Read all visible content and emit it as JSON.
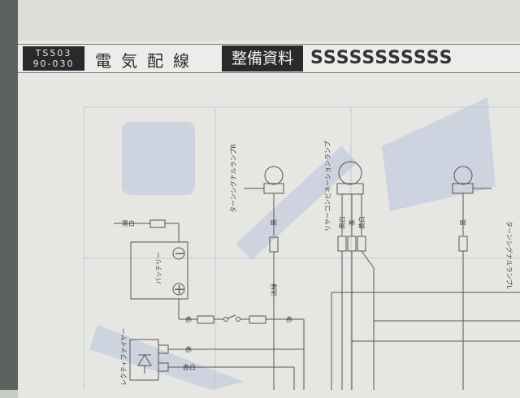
{
  "header": {
    "model_code_line1": "TS503",
    "model_code_line2": "90-030",
    "title": "電気配線",
    "subtitle": "整備資料",
    "logo_marks": "SSSSSSSSSSS"
  },
  "diagram": {
    "turn_signal_r": "ターンシグナルランプR",
    "rear_combination": "リヤーコンビネーションランプ",
    "turn_signal_l": "ターンシグナルランプL",
    "battery": "バッテリー",
    "rectifier": "レクティファイヤー",
    "wires": {
      "turn_r": "黒",
      "turn_l": "黒",
      "rear_1": "黒白",
      "rear_2": "茶",
      "rear_3": "黄白",
      "ground": "黒白",
      "battery_pos": "赤",
      "light_green": "淡緑",
      "main_red": "赤",
      "rect_1": "赤",
      "rect_2": "赤白"
    },
    "battery_neg_symbol": "−",
    "battery_pos_symbol": "+"
  }
}
